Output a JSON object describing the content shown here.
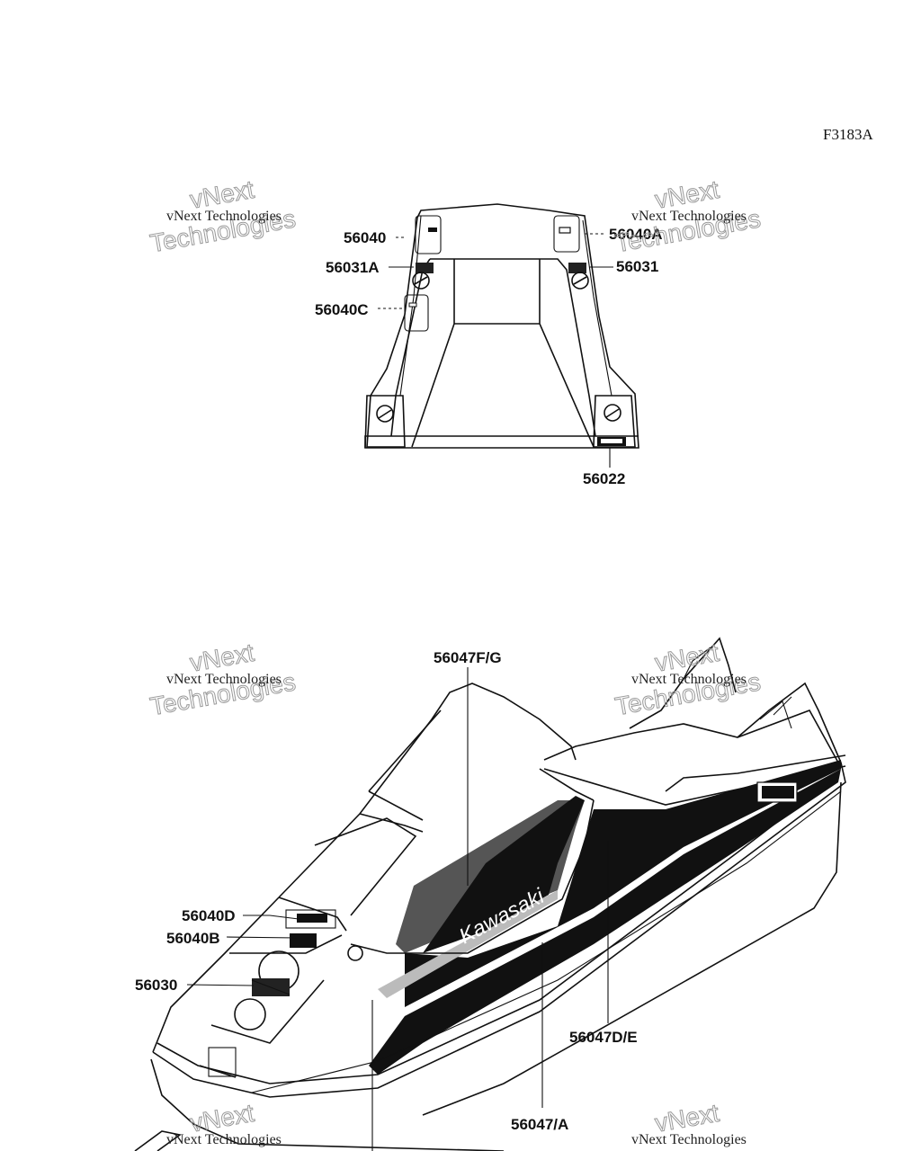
{
  "figure_code": "F3183A",
  "watermark": {
    "line1": "vNext Technologies",
    "outline_top": "vNext",
    "outline_bottom": "Technologies"
  },
  "seat_callouts": {
    "c56040": "56040",
    "c56040A": "56040A",
    "c56031A": "56031A",
    "c56031": "56031",
    "c56040C": "56040C",
    "c56022": "56022"
  },
  "hull_callouts": {
    "c56047FG": "56047F/G",
    "c56040D": "56040D",
    "c56040B": "56040B",
    "c56030": "56030",
    "c56047DE": "56047D/E",
    "c56047A": "56047/A"
  },
  "decal_text": {
    "brand": "Kawasaki"
  }
}
